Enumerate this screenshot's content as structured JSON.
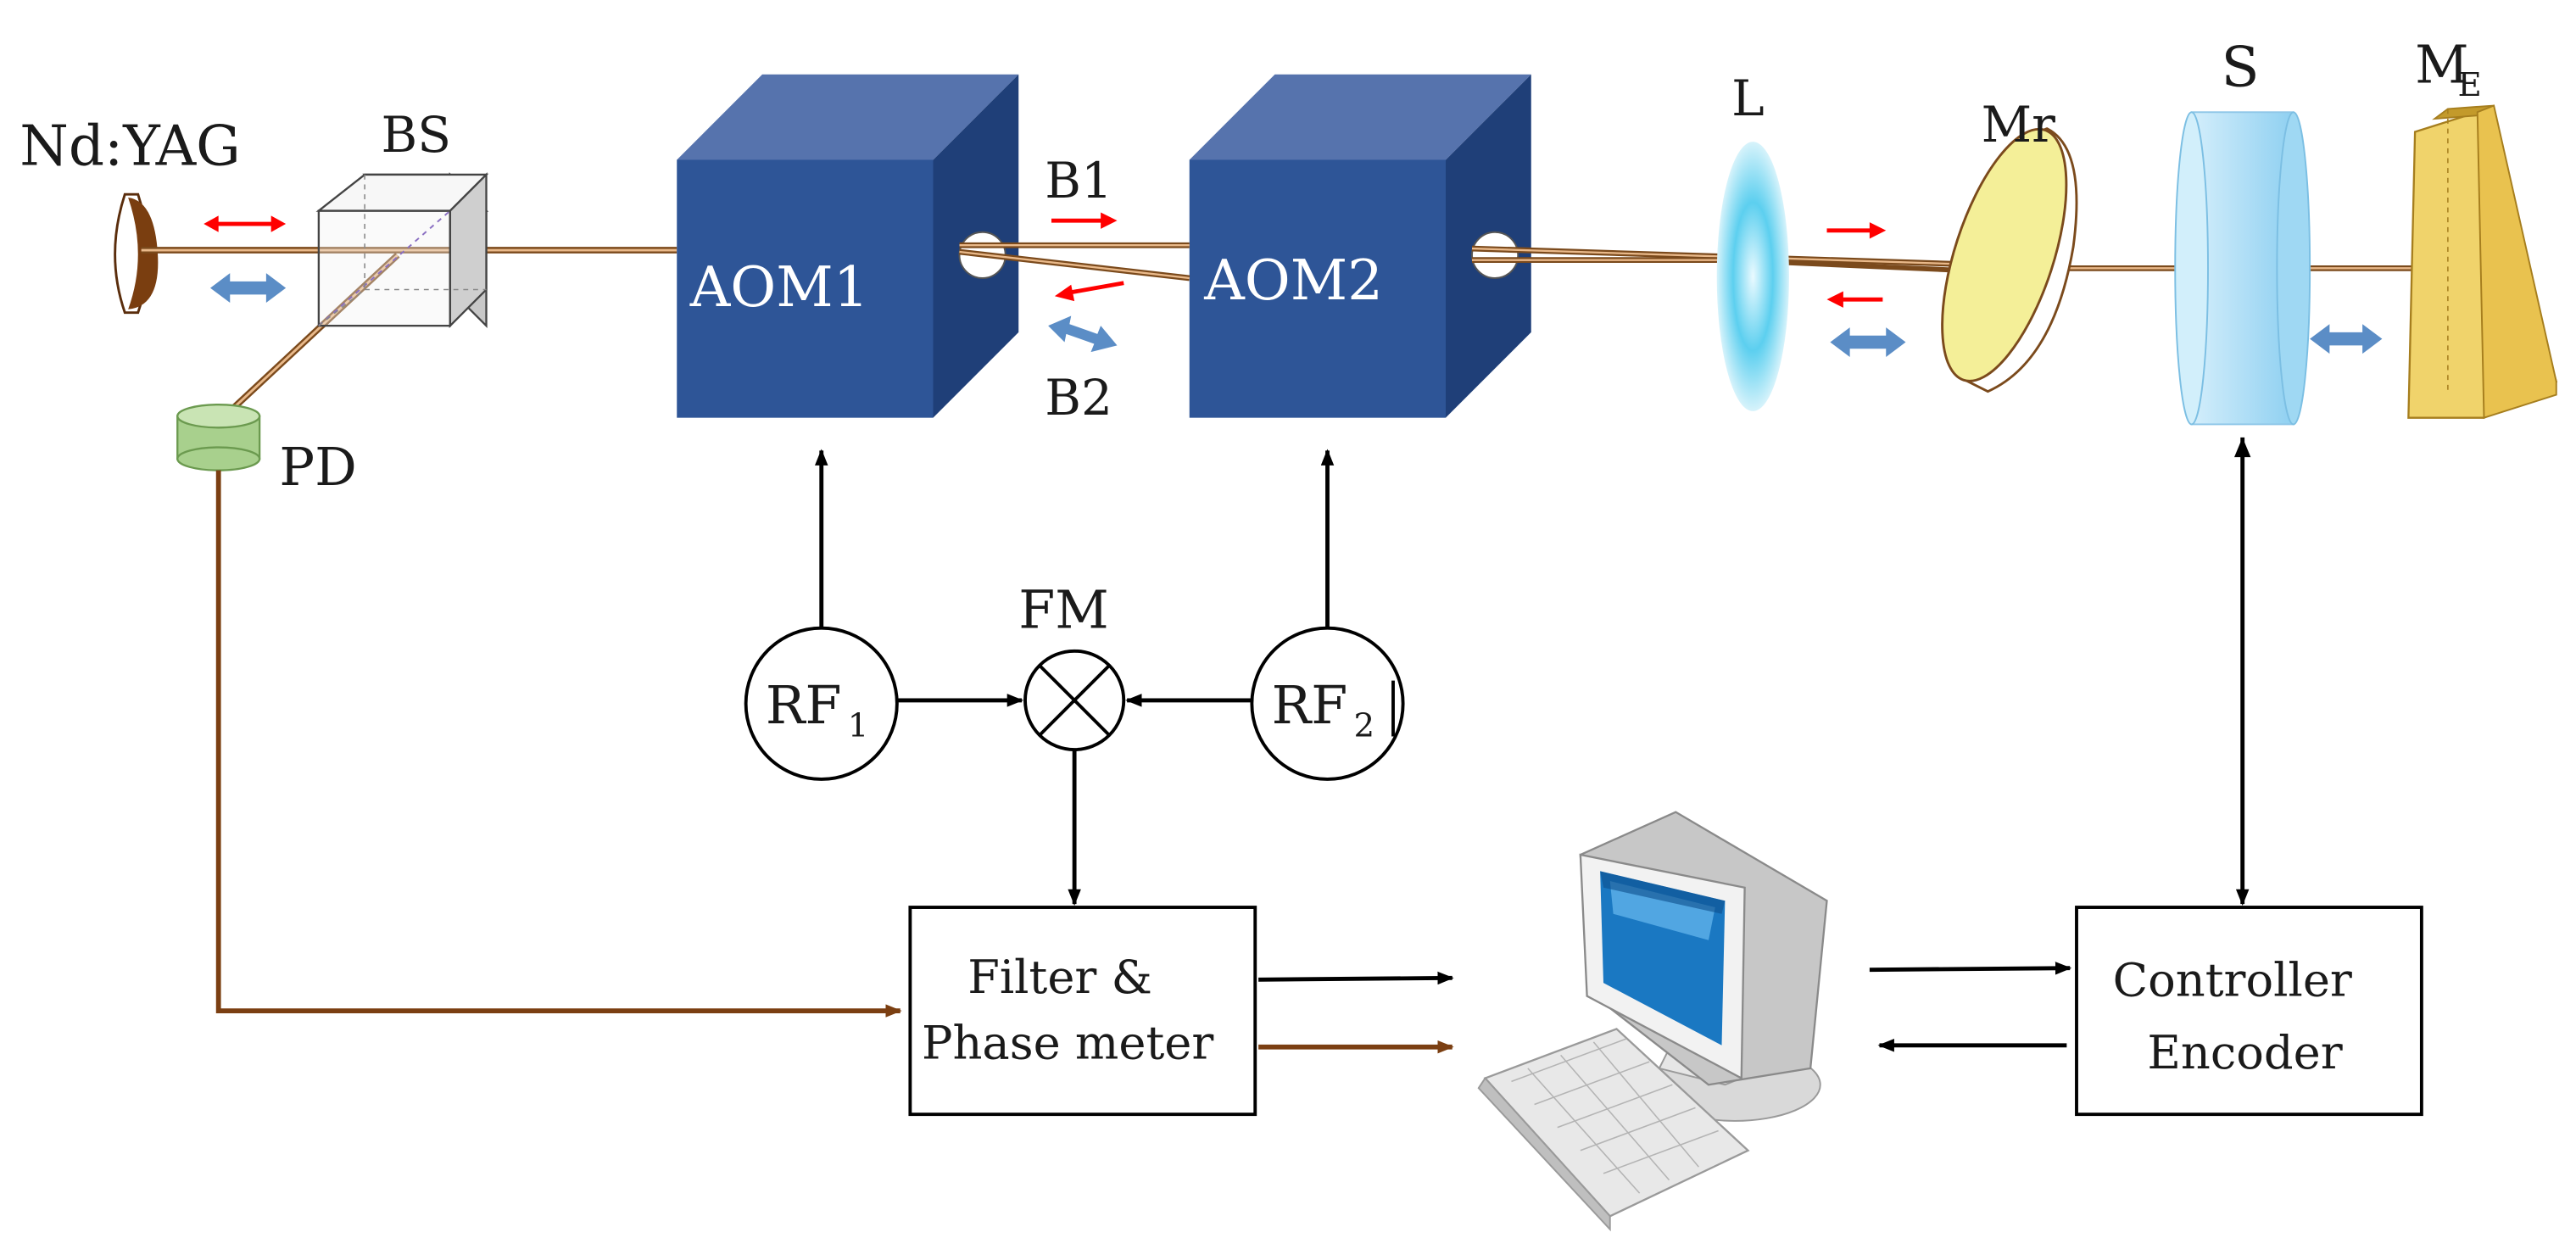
{
  "labels": {
    "laser": "Nd:YAG",
    "beam_splitter": "BS",
    "photodiode": "PD",
    "aom1": "AOM1",
    "aom2": "AOM2",
    "beam1": "B1",
    "beam2": "B2",
    "lens": "L",
    "mirror_ref": "Mr",
    "stage": "S",
    "mirror_e_main": "M",
    "mirror_e_sub": "E",
    "mixer": "FM",
    "rf1_main": "RF",
    "rf1_sub": "1",
    "rf2_main": "RF",
    "rf2_sub": "2",
    "filter_line1": "Filter &",
    "filter_line2": "Phase meter",
    "controller_line1": "Controller",
    "controller_line2": "Encoder"
  },
  "colors": {
    "aom_front": "#2e5597",
    "aom_top": "#5673ad",
    "aom_side": "#1f3f78",
    "beam": "#7b4a1c",
    "red_arrow": "#ff0000",
    "blue_arrow": "#5b8dc6",
    "pd": "#a8d08d",
    "lens": "#5ccfef",
    "mirror_ref": "#f4ef98",
    "stage": "#a9dcf5",
    "mirror_e": "#f0d36b",
    "signal_brown": "#7b3f12"
  },
  "icons": {
    "computer": "desktop-computer-icon",
    "mixer": "mixer-x-icon"
  }
}
